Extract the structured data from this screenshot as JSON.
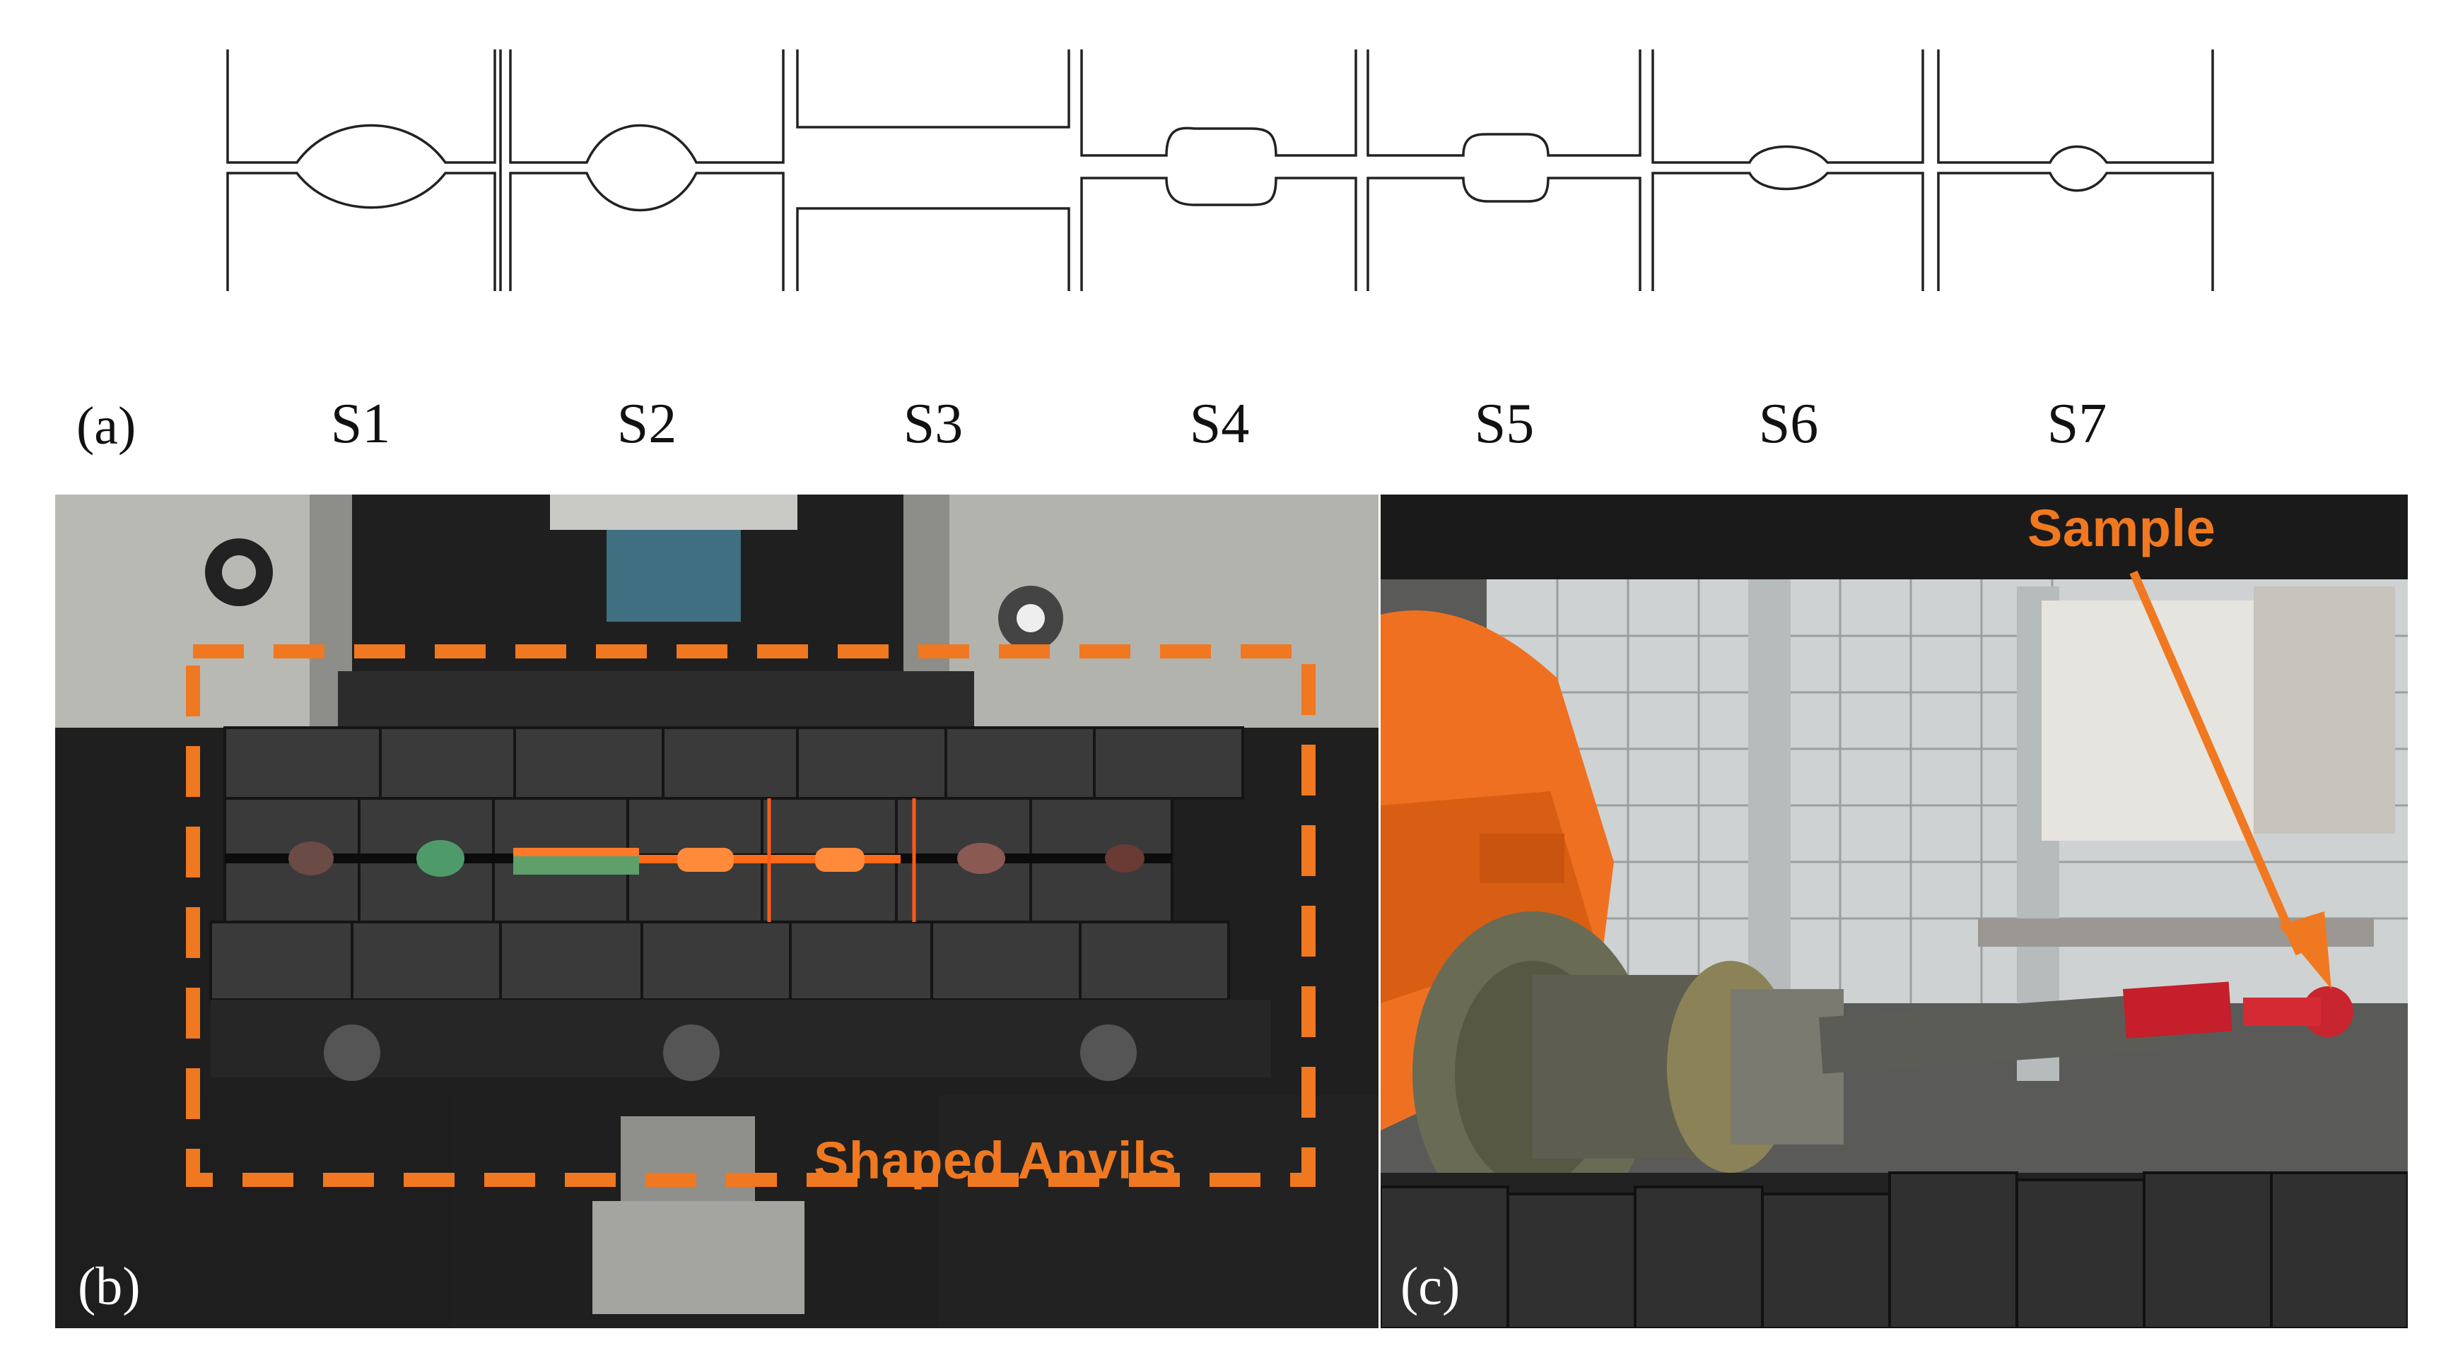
{
  "figure": {
    "panel_a": {
      "letter": "(a)",
      "stages": [
        "S1",
        "S2",
        "S3",
        "S4",
        "S5",
        "S6",
        "S7"
      ]
    },
    "panel_b": {
      "letter": "(b)",
      "annotation": "Shaped Anvils",
      "annotation_color": "#f07820"
    },
    "panel_c": {
      "letter": "(c)",
      "annotation": "Sample",
      "annotation_color": "#f07820"
    }
  }
}
